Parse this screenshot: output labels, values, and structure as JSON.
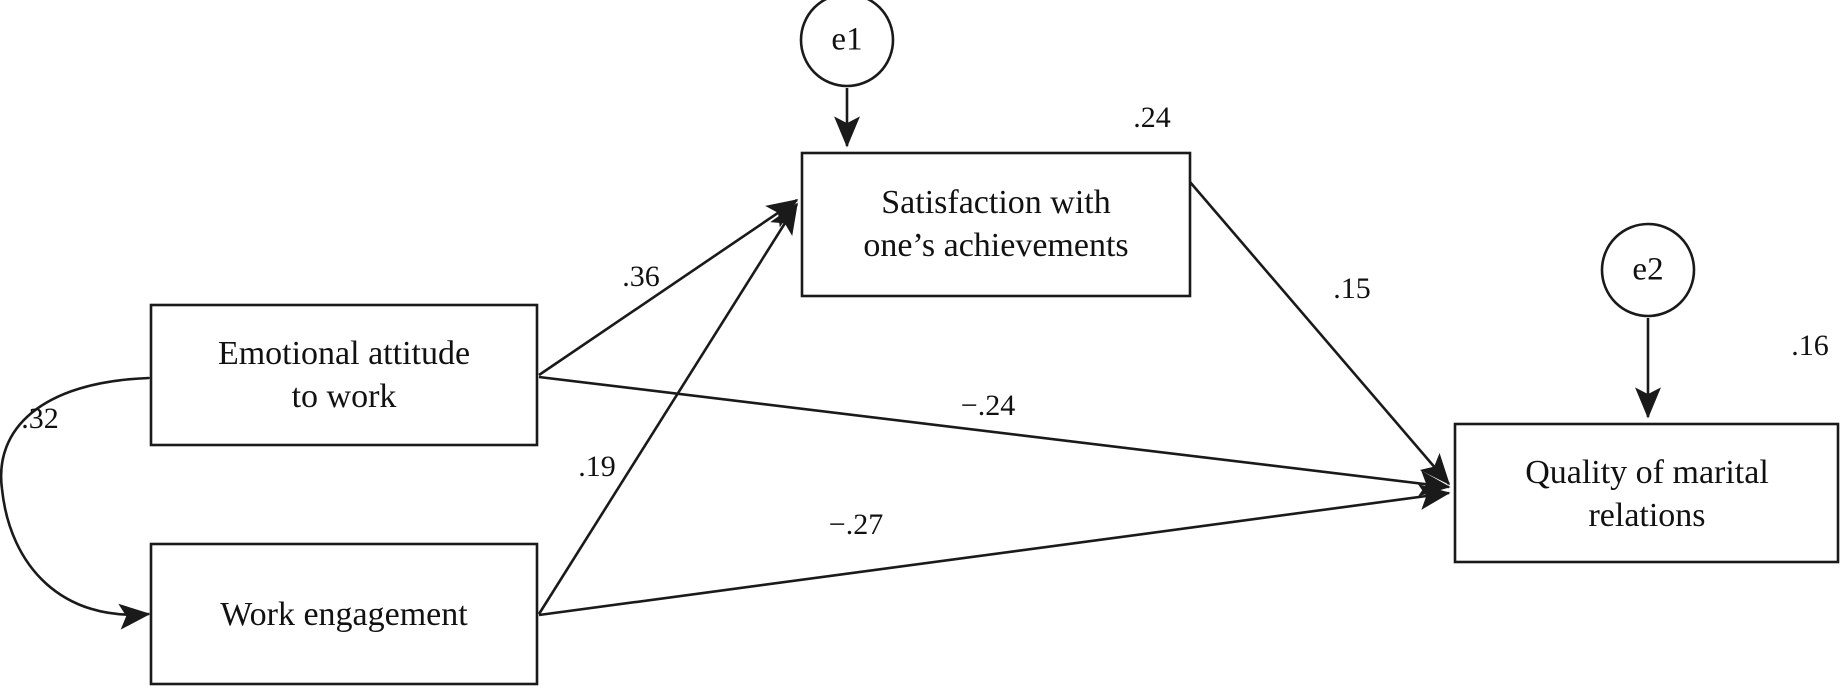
{
  "figure": {
    "type": "path-diagram",
    "background_color": "#ffffff",
    "line_color": "#1a1a1a",
    "text_color": "#111111"
  },
  "nodes": {
    "emotional_attitude": {
      "id": "emotional-attitude-to-work",
      "shape": "rectangle",
      "line1": "Emotional attitude",
      "line2": "to work"
    },
    "work_engagement": {
      "id": "work-engagement",
      "shape": "rectangle",
      "line1": "Work engagement",
      "line2": ""
    },
    "satisfaction": {
      "id": "satisfaction-with-ones-achievements",
      "shape": "rectangle",
      "line1": "Satisfaction with",
      "line2": "one’s achievements"
    },
    "quality": {
      "id": "quality-of-marital-relations",
      "shape": "rectangle",
      "line1": "Quality of marital",
      "line2": "relations"
    },
    "e1": {
      "id": "error-term-e1",
      "shape": "circle",
      "label": "e1"
    },
    "e2": {
      "id": "error-term-e2",
      "shape": "circle",
      "label": "e2"
    }
  },
  "coefficients": {
    "correlation_attitude_engagement": ".32",
    "attitude_to_satisfaction": ".36",
    "engagement_to_satisfaction": ".19",
    "attitude_to_quality": "−.24",
    "engagement_to_quality": "−.27",
    "satisfaction_to_quality": ".15",
    "r2_satisfaction": ".24",
    "r2_quality": ".16"
  },
  "chart_data": {
    "type": "diagram",
    "title": "",
    "variables": [
      "Emotional attitude to work",
      "Work engagement",
      "Satisfaction with one’s achievements",
      "Quality of marital relations"
    ],
    "error_terms": [
      "e1",
      "e2"
    ],
    "paths": [
      {
        "from": "Emotional attitude to work",
        "to": "Work engagement",
        "value": ".32",
        "kind": "covariance",
        "style": "curved-double-arrow"
      },
      {
        "from": "Emotional attitude to work",
        "to": "Satisfaction with one’s achievements",
        "value": ".36",
        "kind": "regression"
      },
      {
        "from": "Work engagement",
        "to": "Satisfaction with one’s achievements",
        "value": ".19",
        "kind": "regression"
      },
      {
        "from": "Emotional attitude to work",
        "to": "Quality of marital relations",
        "value": "−.24",
        "kind": "regression"
      },
      {
        "from": "Work engagement",
        "to": "Quality of marital relations",
        "value": "−.27",
        "kind": "regression"
      },
      {
        "from": "Satisfaction with one’s achievements",
        "to": "Quality of marital relations",
        "value": ".15",
        "kind": "regression"
      },
      {
        "from": "e1",
        "to": "Satisfaction with one’s achievements",
        "value": "",
        "kind": "error"
      },
      {
        "from": "e2",
        "to": "Quality of marital relations",
        "value": "",
        "kind": "error"
      }
    ],
    "explained_variance": [
      {
        "variable": "Satisfaction with one’s achievements",
        "value": ".24"
      },
      {
        "variable": "Quality of marital relations",
        "value": ".16"
      }
    ]
  }
}
